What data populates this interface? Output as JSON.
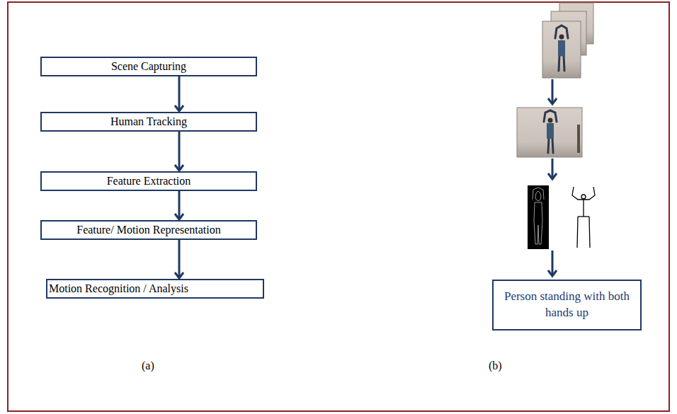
{
  "diagram": {
    "nodes": [
      {
        "text": [
          "Scene Capturing"
        ]
      },
      {
        "text": [
          "Human Tracking"
        ]
      },
      {
        "text": [
          "Feature Extraction"
        ]
      },
      {
        "text": [
          "Feature/ Motion Representation"
        ]
      },
      {
        "text": [
          "Motion Recognition / Analysis"
        ]
      },
      {
        "text": [
          "Person standing with both hands up"
        ]
      }
    ],
    "edges": [
      {
        "from": 0,
        "to": 1,
        "arrow": "to"
      },
      {
        "from": 1,
        "to": 2,
        "arrow": "to"
      },
      {
        "from": 2,
        "to": 3,
        "arrow": "to"
      },
      {
        "from": 3,
        "to": 4,
        "arrow": "to"
      }
    ],
    "labels": [
      "(a)",
      "(b)"
    ]
  }
}
